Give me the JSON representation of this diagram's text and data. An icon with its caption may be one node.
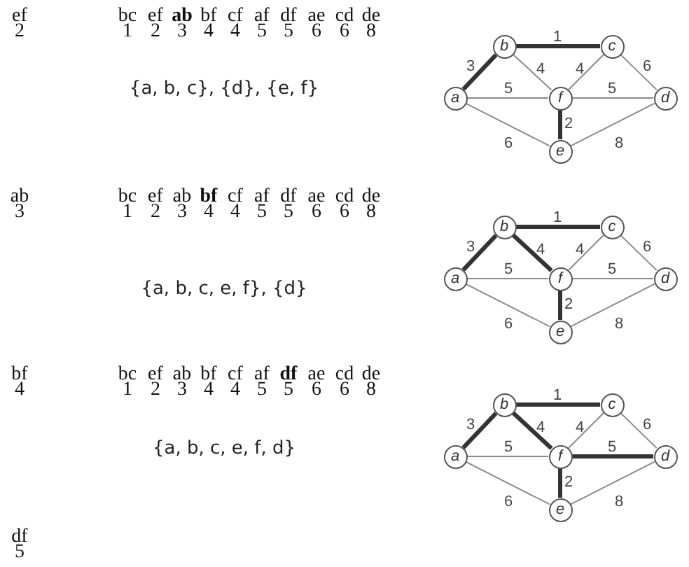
{
  "diagram": {
    "nodes": [
      {
        "text": [
          "b"
        ]
      },
      {
        "text": [
          "c"
        ]
      },
      {
        "text": [
          "a"
        ]
      },
      {
        "text": [
          "f"
        ]
      },
      {
        "text": [
          "d"
        ]
      },
      {
        "text": [
          "e"
        ]
      },
      {
        "text": [
          "b"
        ]
      },
      {
        "text": [
          "c"
        ]
      },
      {
        "text": [
          "a"
        ]
      },
      {
        "text": [
          "f"
        ]
      },
      {
        "text": [
          "d"
        ]
      },
      {
        "text": [
          "e"
        ]
      },
      {
        "text": [
          "b"
        ]
      },
      {
        "text": [
          "c"
        ]
      },
      {
        "text": [
          "a"
        ]
      },
      {
        "text": [
          "f"
        ]
      },
      {
        "text": [
          "d"
        ]
      },
      {
        "text": [
          "e"
        ]
      }
    ],
    "edges": [
      {
        "from": 0,
        "to": 1,
        "arrow": "none",
        "label": "1",
        "style": "thick",
        "color": "#333333"
      },
      {
        "from": 2,
        "to": 0,
        "arrow": "none",
        "label": "3",
        "style": "thick",
        "color": "#333333"
      },
      {
        "from": 0,
        "to": 3,
        "arrow": "none",
        "label": "4"
      },
      {
        "from": 1,
        "to": 3,
        "arrow": "none",
        "label": "4"
      },
      {
        "from": 1,
        "to": 4,
        "arrow": "none",
        "label": "6"
      },
      {
        "from": 2,
        "to": 3,
        "arrow": "none",
        "label": "5"
      },
      {
        "from": 3,
        "to": 4,
        "arrow": "none",
        "label": "5"
      },
      {
        "from": 3,
        "to": 5,
        "arrow": "none",
        "label": "2",
        "style": "thick",
        "color": "#333333"
      },
      {
        "from": 2,
        "to": 5,
        "arrow": "none",
        "label": "6"
      },
      {
        "from": 5,
        "to": 4,
        "arrow": "none",
        "label": "8"
      },
      {
        "from": 6,
        "to": 7,
        "arrow": "none",
        "label": "1",
        "style": "thick",
        "color": "#333333"
      },
      {
        "from": 8,
        "to": 6,
        "arrow": "none",
        "label": "3",
        "style": "thick",
        "color": "#333333"
      },
      {
        "from": 6,
        "to": 9,
        "arrow": "none",
        "label": "4",
        "style": "thick",
        "color": "#333333"
      },
      {
        "from": 7,
        "to": 9,
        "arrow": "none",
        "label": "4"
      },
      {
        "from": 7,
        "to": 10,
        "arrow": "none",
        "label": "6"
      },
      {
        "from": 8,
        "to": 9,
        "arrow": "none",
        "label": "5"
      },
      {
        "from": 9,
        "to": 10,
        "arrow": "none",
        "label": "5"
      },
      {
        "from": 9,
        "to": 11,
        "arrow": "none",
        "label": "2",
        "style": "thick",
        "color": "#333333"
      },
      {
        "from": 8,
        "to": 11,
        "arrow": "none",
        "label": "6"
      },
      {
        "from": 11,
        "to": 10,
        "arrow": "none",
        "label": "8"
      },
      {
        "from": 12,
        "to": 13,
        "arrow": "none",
        "label": "1",
        "style": "thick",
        "color": "#333333"
      },
      {
        "from": 14,
        "to": 12,
        "arrow": "none",
        "label": "3",
        "style": "thick",
        "color": "#333333"
      },
      {
        "from": 12,
        "to": 15,
        "arrow": "none",
        "label": "4",
        "style": "thick",
        "color": "#333333"
      },
      {
        "from": 13,
        "to": 15,
        "arrow": "none",
        "label": "4"
      },
      {
        "from": 13,
        "to": 16,
        "arrow": "none",
        "label": "6"
      },
      {
        "from": 14,
        "to": 15,
        "arrow": "none",
        "label": "5"
      },
      {
        "from": 15,
        "to": 16,
        "arrow": "none",
        "label": "5",
        "style": "thick",
        "color": "#333333"
      },
      {
        "from": 15,
        "to": 17,
        "arrow": "none",
        "label": "2",
        "style": "thick",
        "color": "#333333"
      },
      {
        "from": 14,
        "to": 17,
        "arrow": "none",
        "label": "6"
      },
      {
        "from": 17,
        "to": 16,
        "arrow": "none",
        "label": "8"
      }
    ],
    "labels": [
      "ef",
      "2",
      "bc",
      "ef",
      "**ab**",
      "bf",
      "cf",
      "af",
      "df",
      "ae",
      "cd",
      "de",
      "1",
      "2",
      "3",
      "4",
      "4",
      "5",
      "5",
      "6",
      "6",
      "8",
      "{a, b, c}, {d}, {e, f}",
      "ab",
      "3",
      "bc",
      "ef",
      "ab",
      "**bf**",
      "cf",
      "af",
      "df",
      "ae",
      "cd",
      "de",
      "1",
      "2",
      "3",
      "4",
      "4",
      "5",
      "5",
      "6",
      "6",
      "8",
      "{a, b, c, e, f}, {d}",
      "bf",
      "4",
      "bc",
      "ef",
      "ab",
      "bf",
      "cf",
      "af",
      "**df**",
      "ae",
      "cd",
      "de",
      "1",
      "2",
      "3",
      "4",
      "4",
      "5",
      "5",
      "6",
      "6",
      "8",
      "{a, b, c, e, f, d}",
      "df",
      "5"
    ]
  }
}
